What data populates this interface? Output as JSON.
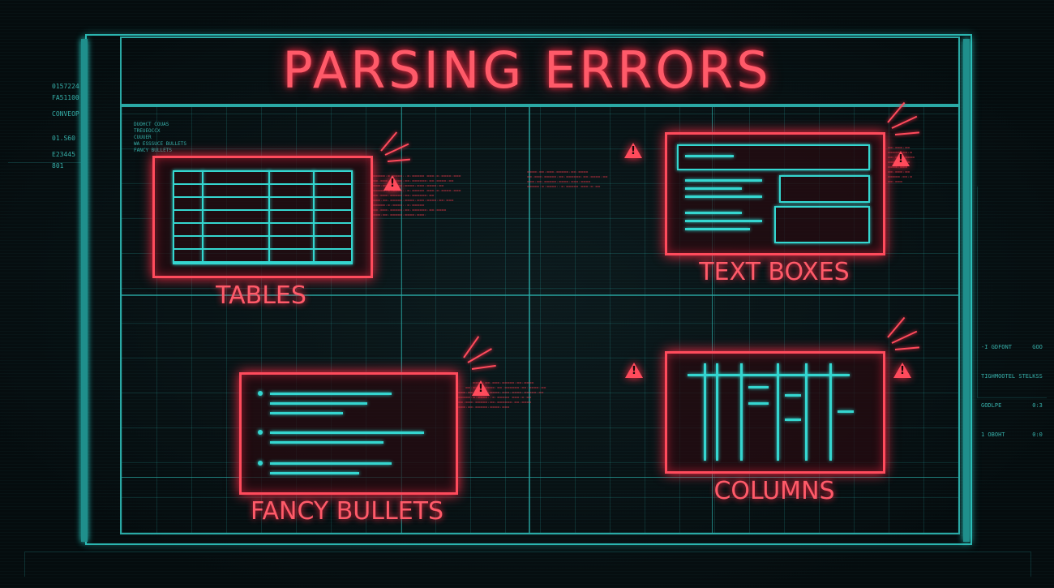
{
  "title": "PARSING ERRORS",
  "panels": [
    {
      "label": "TABLES",
      "kind": "table"
    },
    {
      "label": "TEXT BOXES",
      "kind": "text-boxes"
    },
    {
      "label": "FANCY BULLETS",
      "kind": "bullets"
    },
    {
      "label": "COLUMNS",
      "kind": "columns"
    }
  ],
  "left_readout": [
    "0157224",
    "FA51100",
    "CONVEOP",
    "01.S60",
    "E23445",
    "801"
  ],
  "left_list": [
    "DUOHCT COUAS",
    "TREUEOCCX",
    "CUUUER",
    "WA ESSSUCE BULLETS",
    "FANCY BULLETS"
  ],
  "right_table": [
    [
      "-I GDFONT",
      "GOO"
    ],
    [
      "TIGHMOOTEL",
      "STELKSS"
    ],
    [
      "GODLPE",
      "0:3"
    ],
    [
      "1 OBOHT",
      "0:0"
    ]
  ],
  "colors": {
    "accent_error": "#ff4b5c",
    "accent_grid": "#2bb5b0",
    "background": "#071114"
  },
  "icons": [
    "warning-icon",
    "alert-rays-icon"
  ]
}
